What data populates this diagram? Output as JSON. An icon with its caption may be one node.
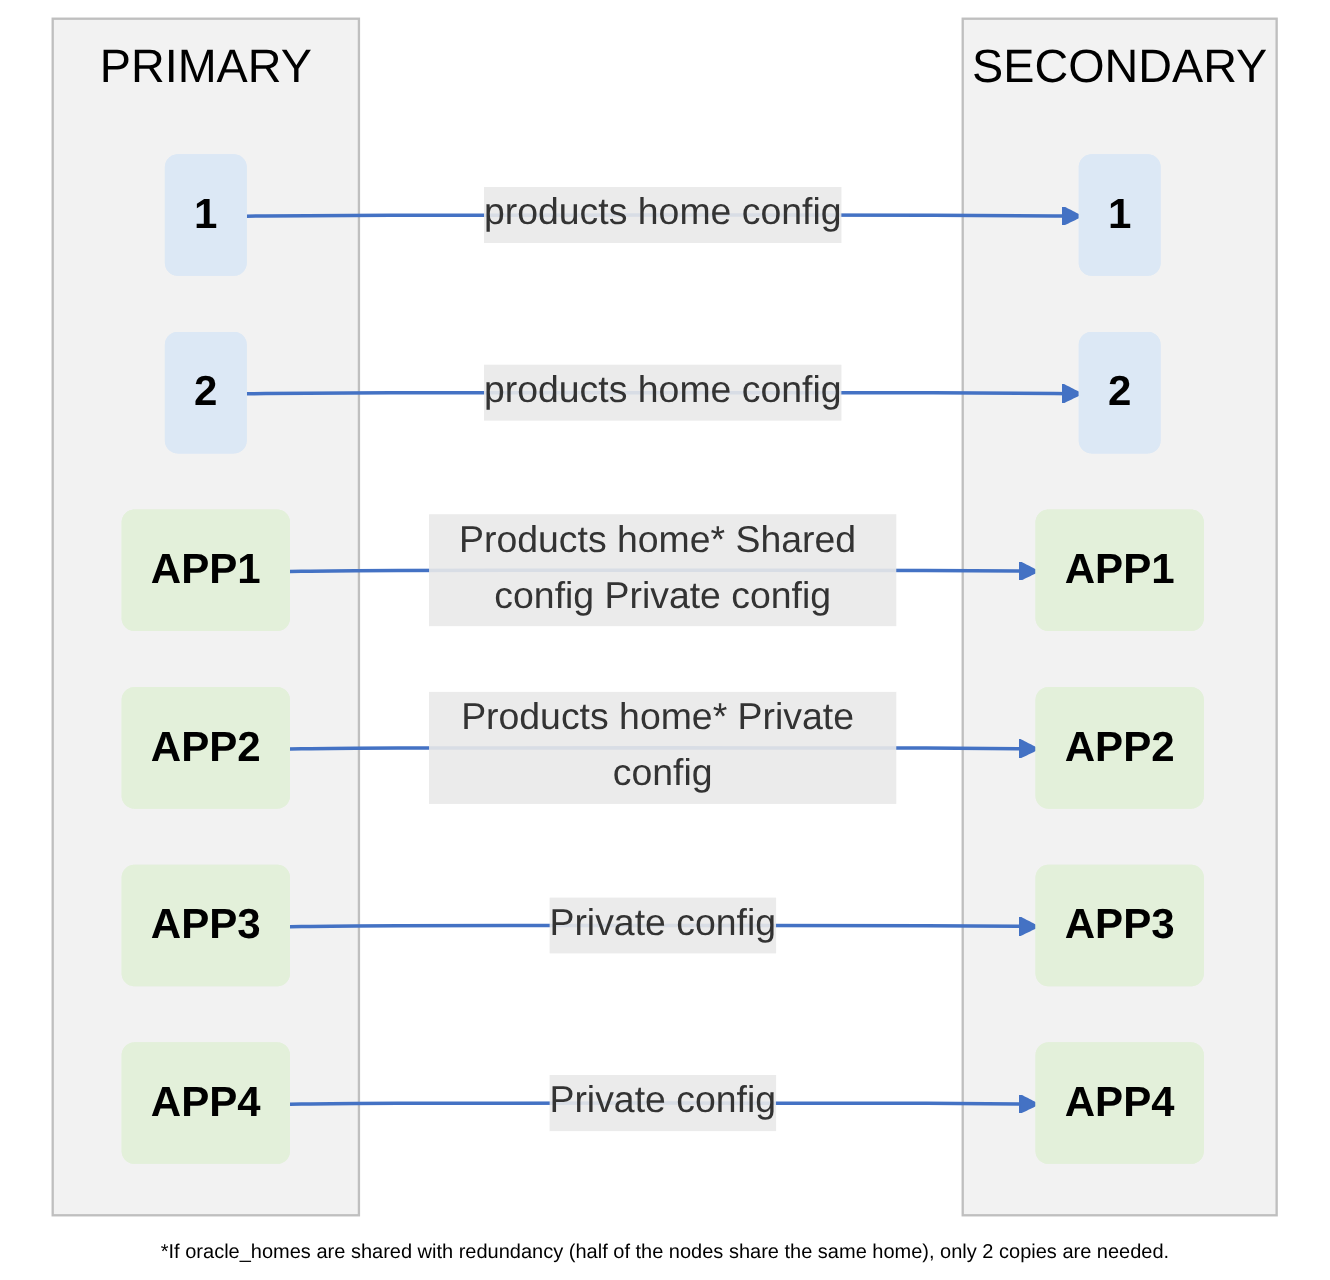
{
  "diagram": {
    "nodes": [
      {
        "text": [
          "PRIMARY"
        ]
      },
      {
        "text": [
          "1"
        ],
        "in": 0
      },
      {
        "text": [
          "2"
        ],
        "in": 0
      },
      {
        "text": [
          "APP1"
        ],
        "in": 0
      },
      {
        "text": [
          "APP2"
        ],
        "in": 0
      },
      {
        "text": [
          "APP3"
        ],
        "in": 0
      },
      {
        "text": [
          "APP4"
        ],
        "in": 0
      },
      {
        "text": [
          "SECONDARY"
        ]
      },
      {
        "text": [
          "1"
        ],
        "in": 7
      },
      {
        "text": [
          "2"
        ],
        "in": 7
      },
      {
        "text": [
          "APP1"
        ],
        "in": 7
      },
      {
        "text": [
          "APP2"
        ],
        "in": 7
      },
      {
        "text": [
          "APP3"
        ],
        "in": 7
      },
      {
        "text": [
          "APP4"
        ],
        "in": 7
      }
    ],
    "edges": [
      {
        "from": 1,
        "to": 8,
        "arrow": "to",
        "label": "products home config"
      },
      {
        "from": 2,
        "to": 9,
        "arrow": "to",
        "label": "products home config"
      },
      {
        "from": 3,
        "to": 10,
        "arrow": "to",
        "label": "Products home* Shared config Private config"
      },
      {
        "from": 4,
        "to": 11,
        "arrow": "to",
        "label": "Products home* Private config"
      },
      {
        "from": 5,
        "to": 12,
        "arrow": "to",
        "label": "Private config"
      },
      {
        "from": 6,
        "to": 13,
        "arrow": "to",
        "label": "Private config"
      }
    ],
    "labels": [
      "*If oracle_homes are shared with redundancy (half of the nodes share the same home), only 2 copies are needed."
    ]
  }
}
